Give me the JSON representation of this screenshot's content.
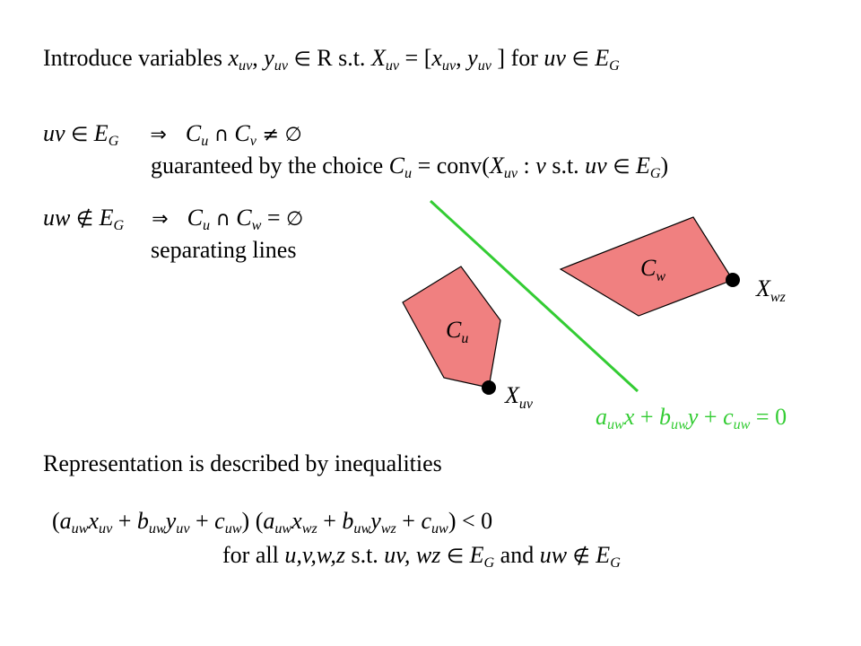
{
  "line1": {
    "t1": "Introduce variables ",
    "x": "x",
    "uv": "uv",
    "comma": ", ",
    "y": "y",
    "in": "∈",
    "R": " R  s.t.   ",
    "X": "X",
    "eq": " = [",
    "close": " ]  for ",
    "uvword": "uv",
    "E": "E",
    "G": "G"
  },
  "line2": {
    "uv": "uv",
    "in": "∈",
    "E": "E",
    "G": "G",
    "implies": "⇒",
    "C": "C",
    "u": "u",
    "cap": "∩",
    "v": "v",
    "neq": "≠",
    "empty": "∅"
  },
  "line3": {
    "t1": "guaranteed by the choice ",
    "C": "C",
    "u": "u",
    "t2": " = conv(",
    "X": "X",
    "uv": "uv",
    "t3": " : ",
    "v": "v",
    "t4": " s.t. ",
    "uvword": "uv",
    "in": "∈",
    "E": "E",
    "G": "G",
    "t5": ")"
  },
  "line4": {
    "uw": "uw",
    "notin": "∉",
    "E": "E",
    "G": "G",
    "implies": "⇒",
    "C": "C",
    "u": "u",
    "cap": "∩",
    "w": "w",
    "eq": "=",
    "empty": "∅"
  },
  "line5": {
    "text": "separating lines"
  },
  "figure": {
    "cu_label": "C",
    "cu_sub": "u",
    "cw_label": "C",
    "cw_sub": "w",
    "xuv_label": "X",
    "xuv_sub": "uv",
    "xwz_label": "X",
    "xwz_sub": "wz",
    "polygon_color": "#f08080",
    "line_color": "#33cc33"
  },
  "line_equation": {
    "a": "a",
    "uw": "uw",
    "x": "x",
    "plus1": " + ",
    "b": "b",
    "y": "y",
    "plus2": " + ",
    "c": "c",
    "eq0": " = 0"
  },
  "repr": {
    "text": "Representation is described by inequalities"
  },
  "ineq": {
    "p1": "(",
    "a": "a",
    "uw": "uw",
    "x": "x",
    "uv": "uv",
    "plus": " + ",
    "b": "b",
    "y": "y",
    "c": "c",
    "p2": ") (",
    "wz": "wz",
    "p3": ") < 0"
  },
  "forall": {
    "t1": "for all ",
    "vars": "u,v,w,z",
    "t2": " s.t. ",
    "uv": "uv, wz",
    "in": "∈",
    "E": "E",
    "G": "G",
    "and": "  and ",
    "uw": "uw",
    "notin": "∉"
  }
}
